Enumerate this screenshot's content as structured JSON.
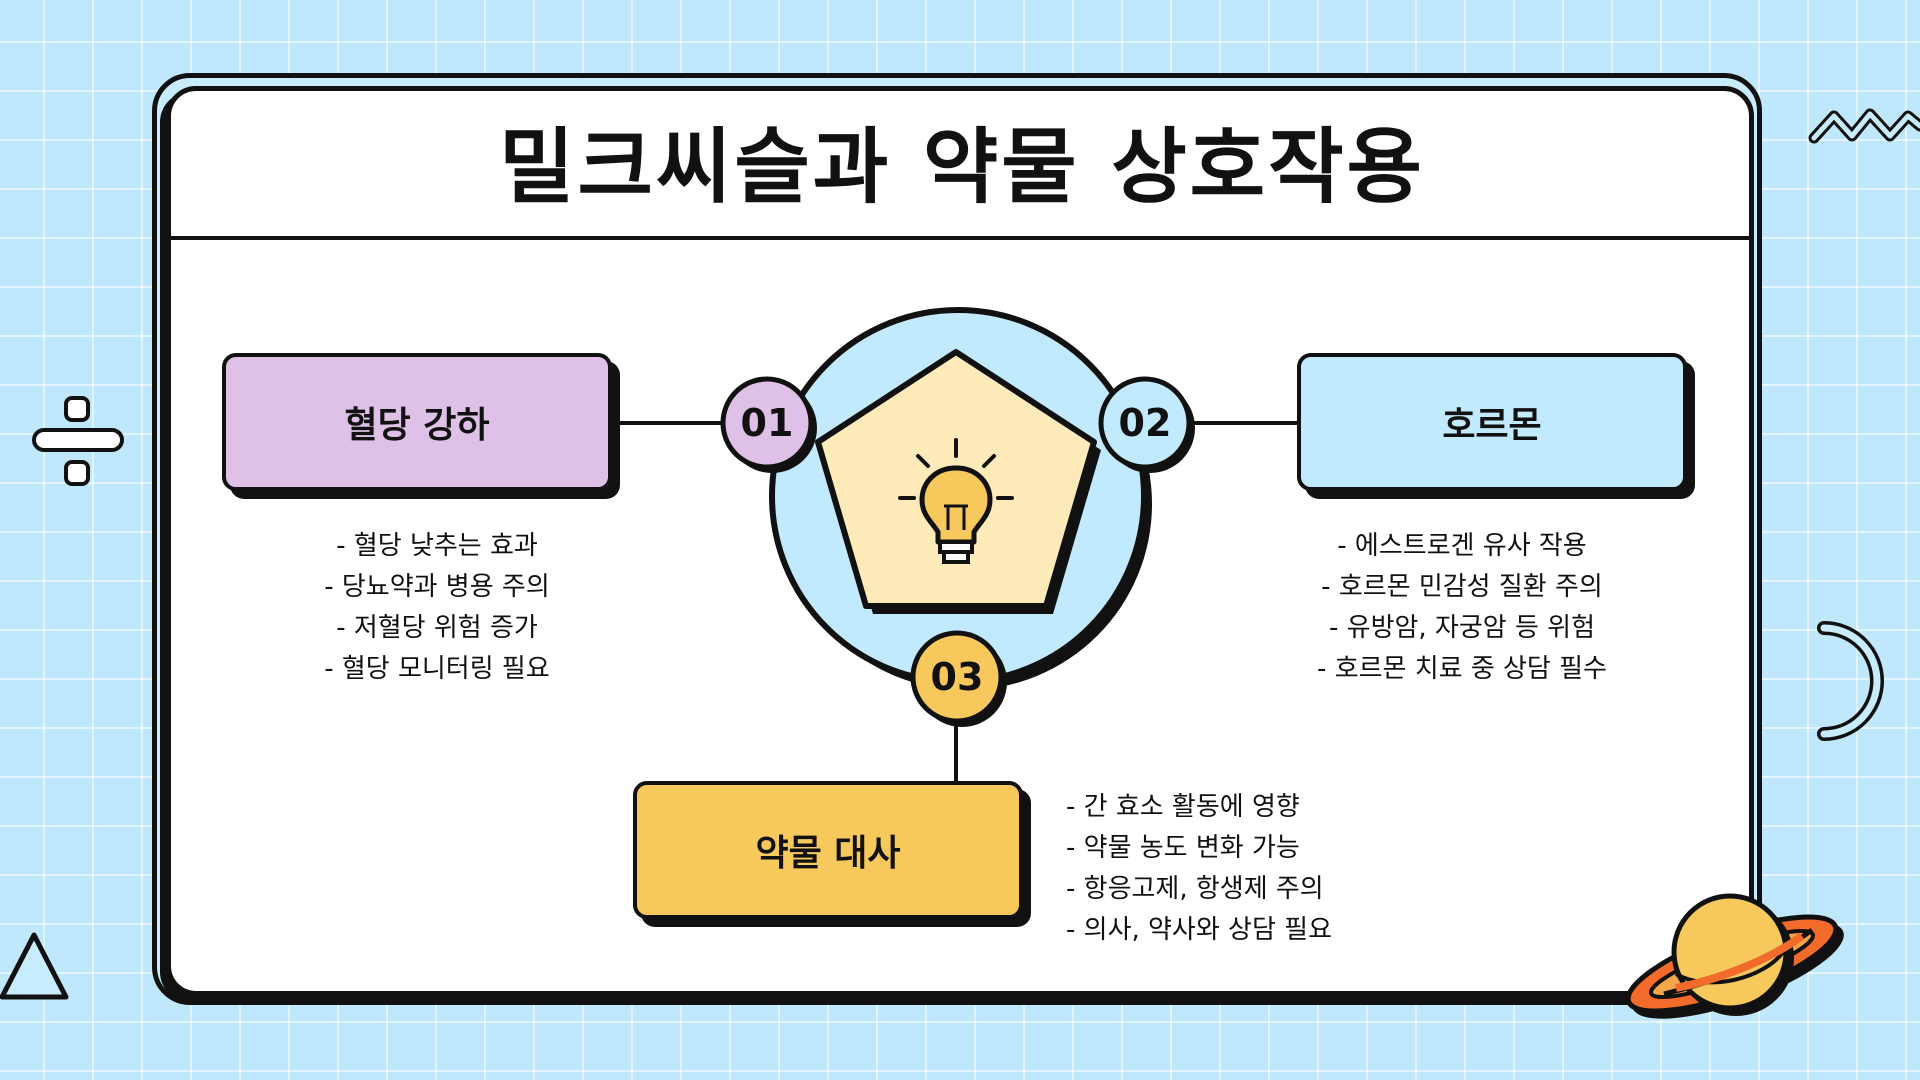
{
  "title": "밀크씨슬과 약물 상호작용",
  "center": {
    "icon": "lightbulb-icon",
    "colors": {
      "circle": "#c2eafe",
      "pentagon": "#feebb9",
      "bulb": "#f7c95c"
    }
  },
  "nodes": [
    {
      "number": "01",
      "label": "혈당 강하",
      "color": "#dfc0e6",
      "bullets": [
        "- 혈당 낮추는 효과",
        "- 당뇨약과 병용 주의",
        "- 저혈당 위험 증가",
        "- 혈당 모니터링 필요"
      ]
    },
    {
      "number": "02",
      "label": "호르몬",
      "color": "#c2eafe",
      "bullets": [
        "- 에스트로겐 유사 작용",
        "- 호르몬 민감성 질환 주의",
        "- 유방암, 자궁암 등 위험",
        "- 호르몬 치료 중 상담 필수"
      ]
    },
    {
      "number": "03",
      "label": "약물 대사",
      "color": "#f7c95c",
      "bullets": [
        "- 간 효소 활동에 영향",
        "- 약물 농도 변화 가능",
        "- 항응고제, 항생제 주의",
        "- 의사, 약사와 상담 필요"
      ]
    }
  ],
  "decorations": {
    "background": "#bfe8fd",
    "icons": [
      "zigzag-icon",
      "divide-sign-icon",
      "arc-icon",
      "triangle-icon",
      "planet-icon"
    ]
  }
}
